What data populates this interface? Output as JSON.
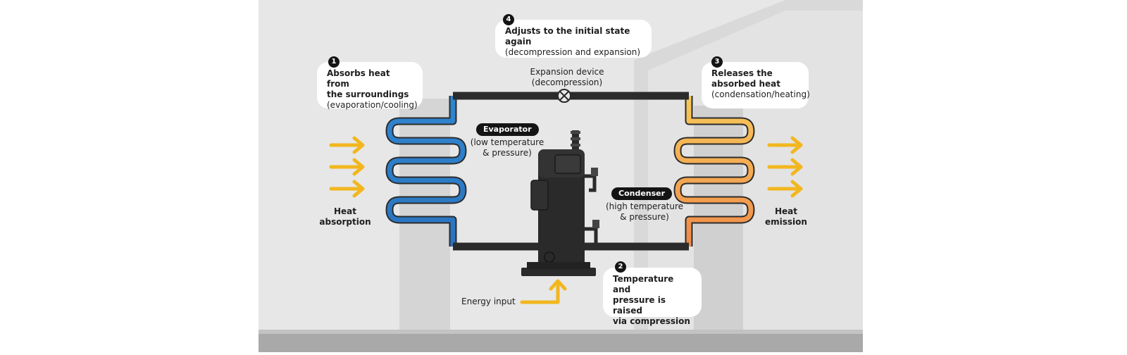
{
  "steps": {
    "step1": {
      "number": "1",
      "title_line1": "Absorbs heat from",
      "title_line2": "the surroundings",
      "detail": "(evaporation/cooling)"
    },
    "step2": {
      "number": "2",
      "title_line1": "Temperature and",
      "title_line2": "pressure is raised",
      "title_line3": "via compression"
    },
    "step3": {
      "number": "3",
      "title_line1": "Releases the",
      "title_line2": "absorbed heat",
      "detail": "(condensation/heating)"
    },
    "step4": {
      "number": "4",
      "title": "Adjusts to the initial state again",
      "detail": "(decompression and expansion)"
    }
  },
  "expansion_device": {
    "line1": "Expansion device",
    "line2": "(decompression)"
  },
  "evaporator": {
    "label": "Evaporator",
    "detail_line1": "(low temperature",
    "detail_line2": "& pressure)"
  },
  "condenser": {
    "label": "Condenser",
    "detail_line1": "(high temperature",
    "detail_line2": "& pressure)"
  },
  "heat_absorption": {
    "line1": "Heat",
    "line2": "absorption"
  },
  "heat_emission": {
    "line1": "Heat",
    "line2": "emission"
  },
  "energy_input": "Energy input",
  "colors": {
    "cold": "#2d7fc6",
    "mid": "#7f9c8a",
    "warm": "#f0a33c",
    "hot": "#e8413a",
    "arrow": "#f2b71f",
    "background": "#e6e6e6",
    "compressor": "#2a2a2a"
  }
}
